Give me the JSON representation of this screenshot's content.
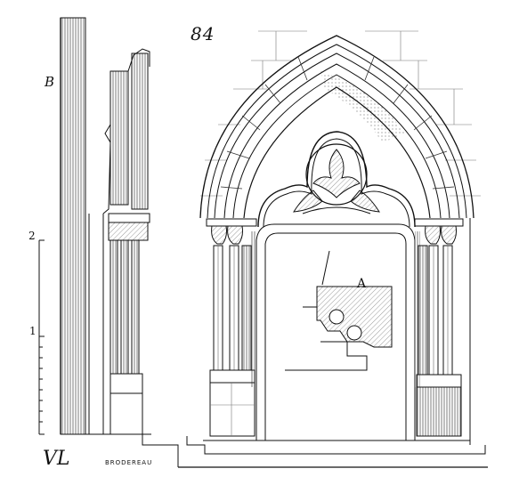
{
  "figure": {
    "number": "84",
    "label_section": "B",
    "label_detail": "A",
    "scale_marks": [
      "2",
      "1"
    ],
    "engraver": "BRODEREAU",
    "monogram": "VL"
  },
  "colors": {
    "ink": "#111111",
    "paper": "#ffffff",
    "hatch": "#444444"
  }
}
